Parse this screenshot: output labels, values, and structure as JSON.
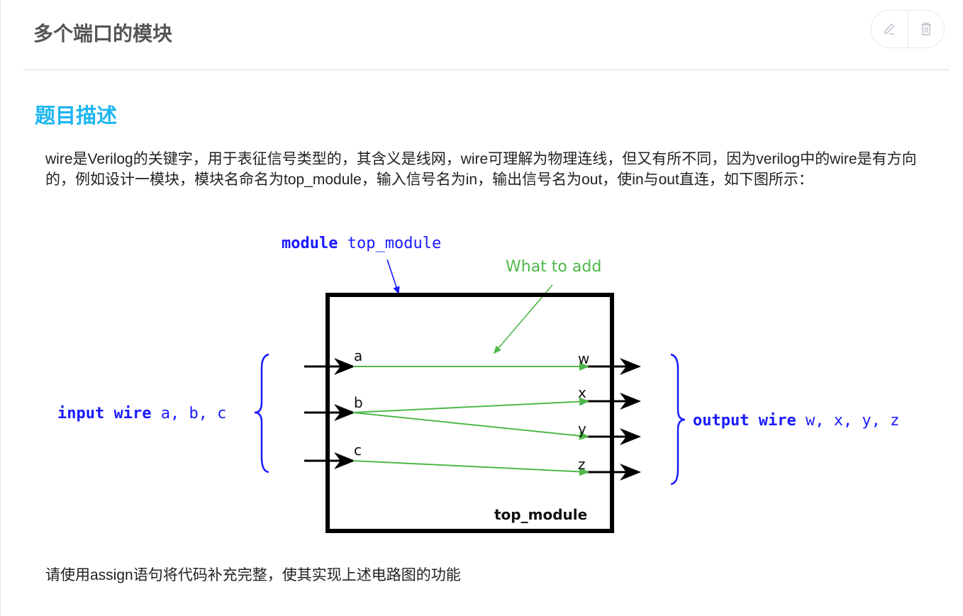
{
  "header": {
    "title": "多个端口的模块",
    "edit_icon": "pencil-icon",
    "delete_icon": "trash-icon"
  },
  "section": {
    "heading": "题目描述"
  },
  "description": "wire是Verilog的关键字，用于表征信号类型的，其含义是线网，wire可理解为物理连线，但又有所不同，因为verilog中的wire是有方向的，例如设计一模块，模块名命名为top_module，输入信号名为in，输出信号名为out，使in与out直连，如下图所示：",
  "diagram": {
    "module_keyword": "module",
    "module_name": "top_module",
    "annotation": "What to add",
    "box_label": "top_module",
    "input_keywords": "input wire",
    "input_names": "a, b, c",
    "output_keywords": "output wire",
    "output_names": "w, x, y, z",
    "ports": {
      "a": "a",
      "b": "b",
      "c": "c",
      "w": "w",
      "x": "x",
      "y": "y",
      "z": "z"
    },
    "colors": {
      "blue": "#1a1aff",
      "green": "#4db848"
    }
  },
  "instruction": "请使用assign语句将代码补充完整，使其实现上述电路图的功能"
}
